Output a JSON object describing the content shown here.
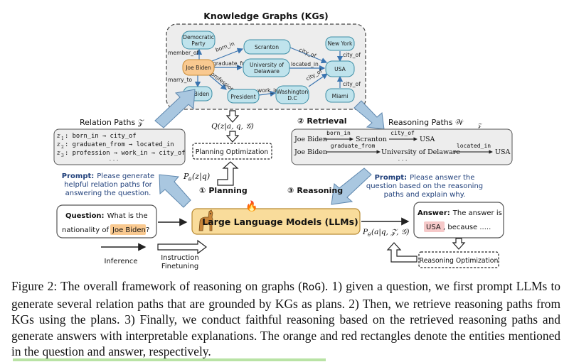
{
  "kg": {
    "title": "Knowledge Graphs (KGs)",
    "nodes": {
      "democratic": [
        "Democratic",
        "Party"
      ],
      "scranton": "Scranton",
      "newyork": "New York",
      "joe": "Joe Biden",
      "udelaware": [
        "University of",
        "Delaware"
      ],
      "usa": "USA",
      "jill": "Jill Biden",
      "president": "President",
      "washington": [
        "Washington",
        "D.C"
      ],
      "miami": "Miami"
    },
    "edges": {
      "member_of": "member_of",
      "born_in": "born_in",
      "city_of_top": "city_of",
      "city_of_ny": "city_of",
      "graduate_from": "graduate_from",
      "located_in": "located_in",
      "marry_to": "marry_to",
      "profession": "profession",
      "work_in": "work_in",
      "city_of_mid": "city_of",
      "city_of_miami": "city_of"
    }
  },
  "relation_paths": {
    "title": "Relation Paths 𝒵",
    "lines": [
      {
        "label": "z",
        "sub": "1",
        "text": ": born_in → city_of"
      },
      {
        "label": "z",
        "sub": "2",
        "text": ": graduaten_from → located_in"
      },
      {
        "label": "z",
        "sub": "3",
        "text": ": profession → work_in → city_of"
      }
    ],
    "dots": "· · ·"
  },
  "q_label": "Q(z|a, q, 𝒢)",
  "planning_opt": "Planning Optimization",
  "p_z": "P",
  "p_z_rest": "(z|q)",
  "planning": {
    "num": "①",
    "label": "Planning"
  },
  "retrieval": {
    "num": "②",
    "label": "Retrieval"
  },
  "reasoning": {
    "num": "③",
    "label": "Reasoning"
  },
  "reasoning_paths": {
    "title": "Reasoning Paths 𝒲",
    "title_sub": "𝒵",
    "rows": [
      {
        "head": "Joe Biden",
        "r1": "born_in",
        "m": "Scranton",
        "r2": "city_of",
        "t": "USA"
      },
      {
        "head": "Joe Biden",
        "r1": "graduate_from",
        "m": "University of Delaware",
        "r2": "located_in",
        "t": "USA"
      }
    ],
    "dots": "· · ·"
  },
  "prompt_left": {
    "bold": "Prompt:",
    "text": [
      "Please generate",
      "helpful relation paths for",
      "answering the question."
    ]
  },
  "prompt_right": {
    "bold": "Prompt:",
    "text": [
      "Please answer the",
      "question based on the reasoning",
      "paths and explain why."
    ]
  },
  "question": {
    "bold": "Question:",
    "text1": "What is the",
    "text2": "nationality of",
    "entity": "Joe Biden",
    "end": "?"
  },
  "llm": {
    "label": "Large Language Models (LLMs)",
    "fire": "🔥"
  },
  "answer": {
    "bold": "Answer:",
    "text1": "The answer is",
    "entity": "USA",
    "text2": ", because ....."
  },
  "p_a": "P",
  "p_a_rest": "(a|q, 𝒵, 𝒢)",
  "reasoning_opt": "Reasoning Optimization",
  "legend": {
    "inference": "Inference",
    "instruction": [
      "Instruction",
      "Finetuning"
    ]
  },
  "caption": {
    "part1": "Figure 2: The overall framework of reasoning on graphs (",
    "rog": "RoG",
    "part2": "). 1) given a question, we first prompt LLMs to generate several relation paths that are grounded by KGs as plans. 2) Then, we retrieve reasoning paths from KGs using the plans. 3) Finally, we conduct faithful reasoning based on the retrieved reasoning paths and generate answers with interpretable explanations. The orange and red rectangles denote the entities mentioned in the question and answer, respectively."
  },
  "colors": {
    "node_fill": "#bfe3ec",
    "node_stroke": "#3d8ea6",
    "orange": "#f9c990",
    "red_entity": "#f6c9c9",
    "llm_fill": "#f9dc9b",
    "big_arrow": "#a9c7e0",
    "edge": "#3a74b0"
  }
}
